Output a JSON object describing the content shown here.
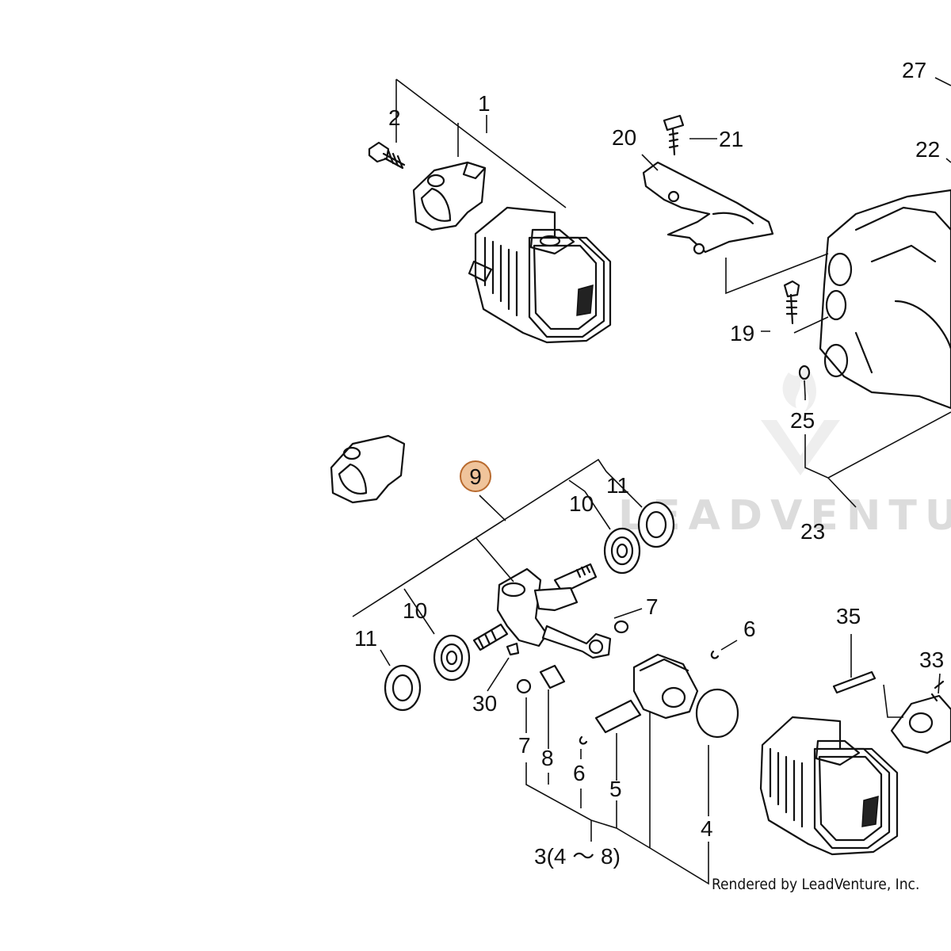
{
  "callouts": {
    "c1": "1",
    "c2": "2",
    "c3": "3(4 ～ 8)",
    "c4": "4",
    "c5": "5",
    "c6a": "6",
    "c6b": "6",
    "c7a": "7",
    "c7b": "7",
    "c8": "8",
    "c9": "9",
    "c10a": "10",
    "c10b": "10",
    "c11a": "11",
    "c11b": "11",
    "c19": "19",
    "c20": "20",
    "c21": "21",
    "c22": "22",
    "c23": "23",
    "c25": "25",
    "c27": "27",
    "c30": "30",
    "c33": "33",
    "c35": "35"
  },
  "highlight": {
    "part": "9",
    "fill": "#f0c49b",
    "stroke": "#b86a2e"
  },
  "watermark": "LEADVENTURE",
  "credit": "Rendered by LeadVenture, Inc."
}
